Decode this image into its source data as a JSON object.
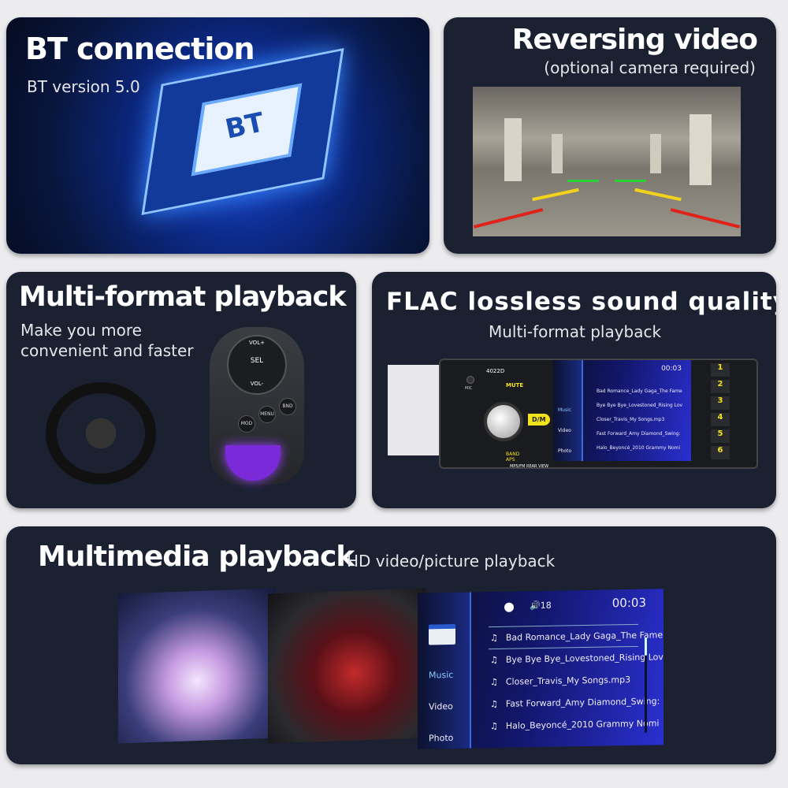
{
  "bt_panel": {
    "title": "BT connection",
    "subtitle": "BT version 5.0",
    "chip_label": "BT"
  },
  "reverse_panel": {
    "title": "Reversing video",
    "subtitle": "(optional camera required)"
  },
  "multiformat_panel": {
    "title": "Multi-format playback",
    "subtitle_line1": "Make you more",
    "subtitle_line2": "convenient and faster",
    "remote_buttons": [
      "VOL+",
      "SEL",
      "VOL-",
      "MENU",
      "MOD",
      "BND"
    ]
  },
  "flac_panel": {
    "title": "FLAC lossless sound quality",
    "subtitle": "Multi-format playback",
    "device": {
      "model": "4022D",
      "mic": "MIC",
      "buttons": [
        "MUTE",
        "D/M",
        "BAND APS"
      ],
      "footer": "MP5/FM REAR VIEW",
      "presets": [
        "1",
        "2",
        "3",
        "4",
        "5",
        "6"
      ]
    }
  },
  "multimedia_panel": {
    "title": "Multimedia playback",
    "subtitle": "HD video/picture playback"
  },
  "player_screen": {
    "volume": "18",
    "time": "00:03",
    "menu": [
      "Music",
      "Video",
      "Photo"
    ],
    "tracks": [
      "Bad Romance_Lady Gaga_The Fame",
      "Bye Bye Bye_Lovestoned_Rising Lov",
      "Closer_Travis_My Songs.mp3",
      "Fast Forward_Amy Diamond_Swing:",
      "Halo_Beyoncé_2010 Grammy Nomi"
    ]
  },
  "colors": {
    "panel": "#1b2131",
    "background": "#ececef",
    "button_yellow": "#f2e21a",
    "screen_blue": "#2a2fd0"
  }
}
